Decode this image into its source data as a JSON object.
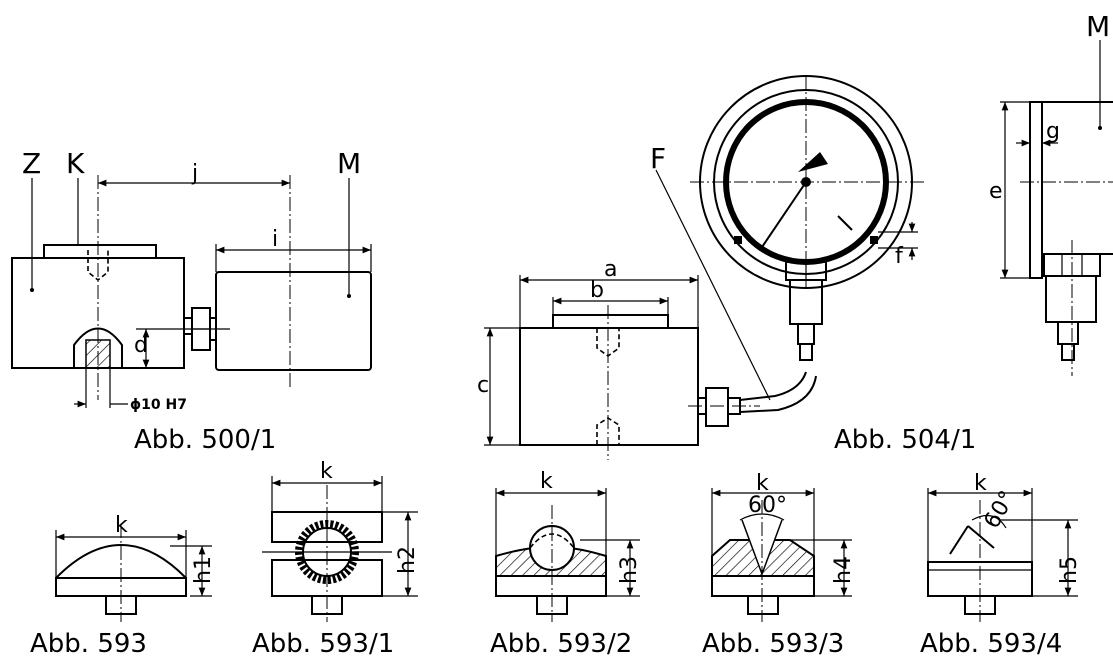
{
  "labels": {
    "Z": "Z",
    "K": "K",
    "M": "M",
    "F": "F",
    "a": "a",
    "b": "b",
    "c": "c",
    "d": "d",
    "e": "e",
    "f": "f",
    "g": "g",
    "i": "i",
    "j": "j",
    "k": "k",
    "h1": "h1",
    "h2": "h2",
    "h3": "h3",
    "h4": "h4",
    "h5": "h5",
    "phi": "ϕ10 H7",
    "angle": "60°"
  },
  "captions": {
    "abb500": "Abb. 500/1",
    "abb504": "Abb. 504/1",
    "abb593": "Abb. 593",
    "abb593_1": "Abb. 593/1",
    "abb593_2": "Abb. 593/2",
    "abb593_3": "Abb. 593/3",
    "abb593_4": "Abb. 593/4"
  }
}
